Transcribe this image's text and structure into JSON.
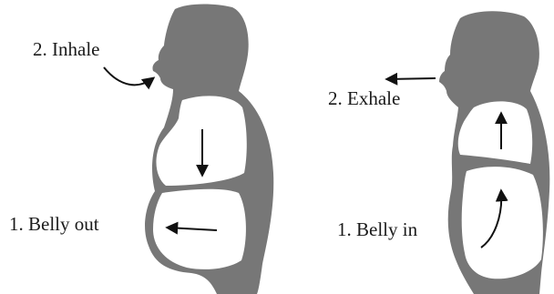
{
  "colors": {
    "figure": "#777777",
    "cavity": "#ffffff",
    "arrow": "#111111",
    "background": "#ffffff"
  },
  "left_panel": {
    "breath_label": "2. Inhale",
    "belly_label": "1. Belly out"
  },
  "right_panel": {
    "breath_label": "2. Exhale",
    "belly_label": "1. Belly in"
  }
}
